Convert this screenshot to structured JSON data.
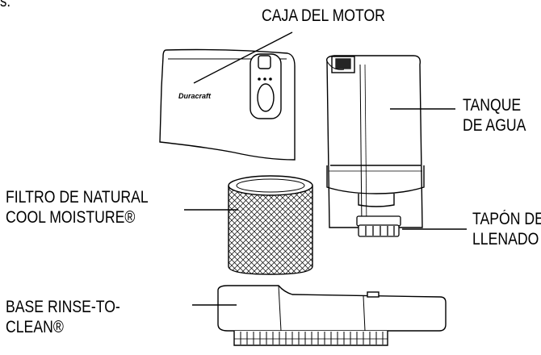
{
  "stray_text": "s.",
  "labels": {
    "motor_housing": "CAJA DEL MOTOR",
    "water_tank": [
      "TANQUE",
      "DE AGUA"
    ],
    "filter": [
      "FILTRO DE NATURAL",
      "COOL MOISTURE®"
    ],
    "fill_cap": [
      "TAPÓN DE",
      "LLENADO"
    ],
    "base": [
      "BASE RINSE-TO-",
      "CLEAN®"
    ]
  },
  "brand_mark": "Duracraft",
  "colors": {
    "line": "#000000",
    "background": "#ffffff"
  }
}
